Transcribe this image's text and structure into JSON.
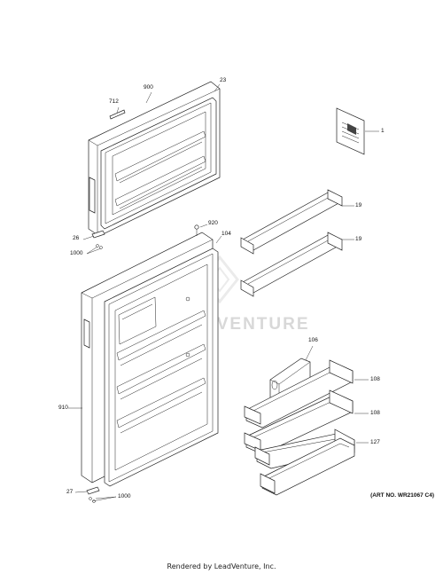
{
  "callouts": {
    "c712": "712",
    "c900": "900",
    "c23": "23",
    "c1": "1",
    "c19a": "19",
    "c19b": "19",
    "c920": "920",
    "c104": "104",
    "c26": "26",
    "c1000a": "1000",
    "c106": "106",
    "c108a": "108",
    "c108b": "108",
    "c127": "127",
    "c910": "910",
    "c27": "27",
    "c1000b": "1000"
  },
  "art_number": "(ART NO. WR21067 C4)",
  "footer": "Rendered by LeadVenture, Inc.",
  "watermark": "LEADVENTURE"
}
